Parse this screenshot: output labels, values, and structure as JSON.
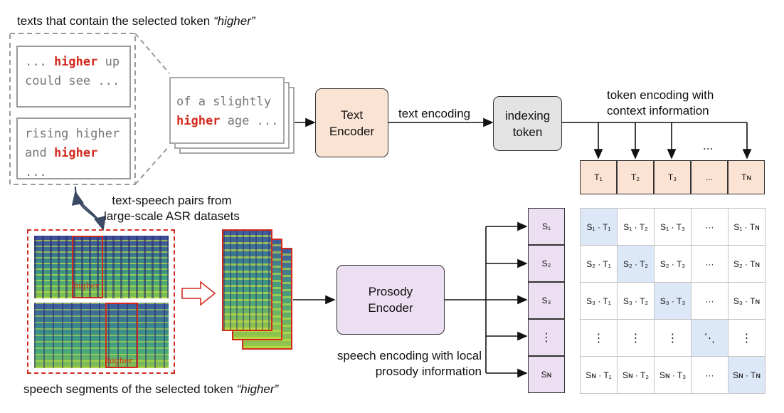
{
  "examples": {
    "caption_prefix": "texts that contain the selected token ",
    "caption_token": "“higher”",
    "card1_line1_pre": "... ",
    "card1_line1_hl": "higher",
    "card1_line1_post": " up",
    "card1_line2": "could see ...",
    "card2_line1": "rising higher",
    "card2_line2_pre": "and ",
    "card2_line2_hl": "higher",
    "card2_line2_post": " ...",
    "stack_line1": "of a slightly",
    "stack_line2_hl": "higher",
    "stack_line2_post": " age ..."
  },
  "blocks": {
    "text_encoder": "Text\nEncoder",
    "indexing": "indexing\ntoken",
    "prosody_encoder": "Prosody\nEncoder"
  },
  "labels": {
    "text_encoding": "text encoding",
    "token_encoding": "token encoding with\ncontext information",
    "pairs": "text-speech pairs from\nlarge-scale ASR datasets",
    "speech_encoding": "speech encoding with local\nprosody information",
    "speech_caption_prefix": "speech segments of the selected token ",
    "speech_caption_token": "“higher”",
    "spec_word_1": "higher",
    "spec_word_2": "higher",
    "dots_top": "..."
  },
  "token_cells": [
    "T₁",
    "T₂",
    "T₃",
    "...",
    "Tɴ"
  ],
  "speech_cells": [
    "S₁",
    "S₂",
    "S₃",
    "⋮",
    "Sɴ"
  ],
  "matrix": [
    [
      "S₁ · T₁",
      "S₁ · T₂",
      "S₁ · T₃",
      "···",
      "S₁ · Tɴ"
    ],
    [
      "S₂ · T₁",
      "S₂ · T₂",
      "S₂ · T₃",
      "···",
      "S₂ · Tɴ"
    ],
    [
      "S₃ · T₁",
      "S₃ · T₂",
      "S₃ · T₃",
      "···",
      "S₃ · Tɴ"
    ],
    [
      "⋮",
      "⋮",
      "⋮",
      "⋱",
      "⋮"
    ],
    [
      "Sɴ · T₁",
      "Sɴ · T₂",
      "Sɴ · T₃",
      "···",
      "Sɴ · Tɴ"
    ]
  ],
  "colors": {
    "highlight": "#d22a1e",
    "text_encoder_fill": "#fbe3d4",
    "indexing_fill": "#e3e3e3",
    "prosody_fill": "#ecdff1",
    "diagonal_fill": "#dce8f8",
    "dashed_red": "#d22a1e"
  }
}
